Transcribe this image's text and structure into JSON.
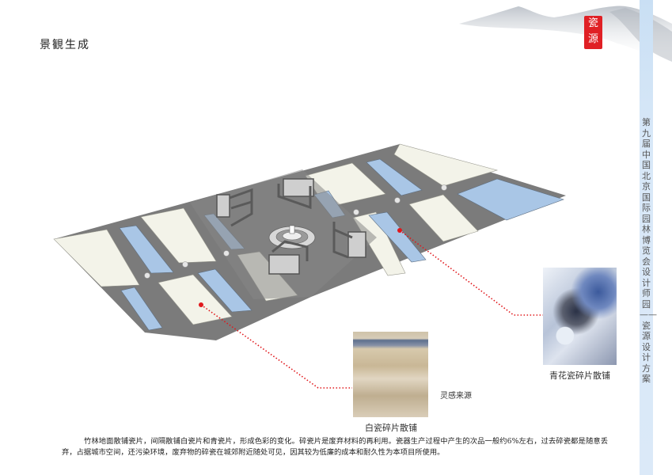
{
  "page": {
    "title": "景観生成",
    "vertical_title": "第九届中国北京国际园林博览会设计师园——瓷源设计方案",
    "seal_text": [
      "瓷",
      "源"
    ]
  },
  "diagram": {
    "type": "isometric landscape plan",
    "colors": {
      "path": "#7b7b7b",
      "plaza": "#878787",
      "bamboo_ground": "#f3f3e9",
      "water": "#a9c6e6",
      "leader_line": "#e0181c",
      "lamp": "#e6e6e6"
    },
    "elements": [
      "bamboo-ground-panels",
      "water-pools",
      "central-plaza",
      "fountain",
      "lattice-screens",
      "lamp-posts"
    ]
  },
  "callouts": [
    {
      "id": "white",
      "caption": "白瓷碎片散铺"
    },
    {
      "id": "blue",
      "caption": "青花瓷碎片散铺"
    }
  ],
  "inspiration_label": "灵感来源",
  "description": "竹林地面散铺瓷片，间隔散铺白瓷片和青瓷片，形成色彩的变化。碎瓷片是废弃材料的再利用。瓷器生产过程中产生的次品一般约6%左右，过去碎瓷都是随意丢弃，占据城市空间，还污染环境，废弃物的碎瓷在城郊附近随处可见，因其较为低廉的成本和耐久性为本项目所使用。"
}
